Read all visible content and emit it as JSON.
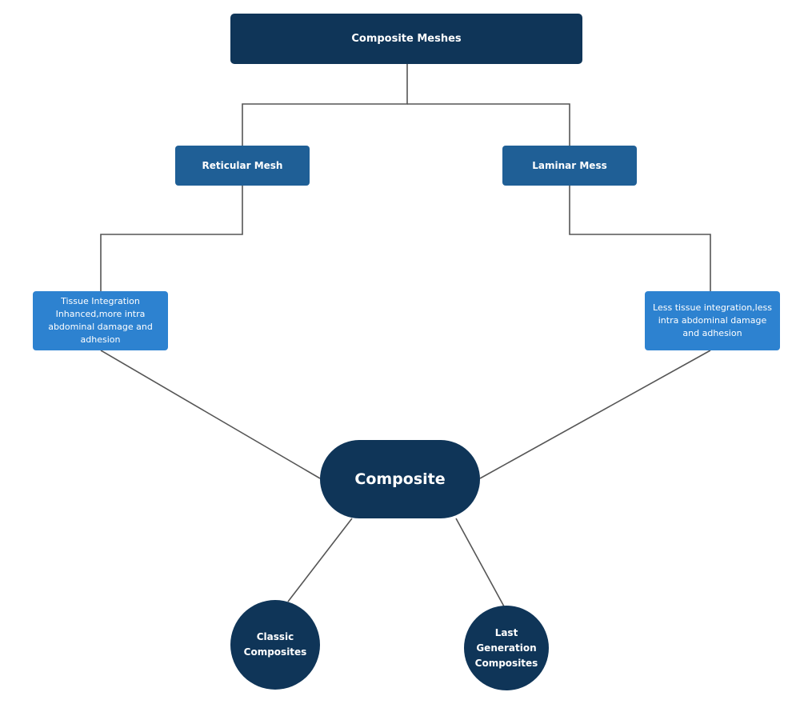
{
  "diagram": {
    "root": {
      "label": "Composite Meshes"
    },
    "branches": {
      "left": {
        "label": "Reticular Mesh"
      },
      "right": {
        "label": "Laminar Mess"
      }
    },
    "details": {
      "left": {
        "label": "Tissue Integration Inhanced,more intra abdominal damage and adhesion"
      },
      "right": {
        "label": "Less tissue integration,less intra abdominal damage and adhesion"
      }
    },
    "center": {
      "label": "Composite"
    },
    "leaves": {
      "left": {
        "label": "Classic Composites"
      },
      "right": {
        "label": "Last Generation Composites"
      }
    },
    "colors": {
      "dark_navy": "#0f3558",
      "mid_blue": "#1f5f96",
      "light_blue": "#2d82d0",
      "connector": "#555555"
    }
  }
}
